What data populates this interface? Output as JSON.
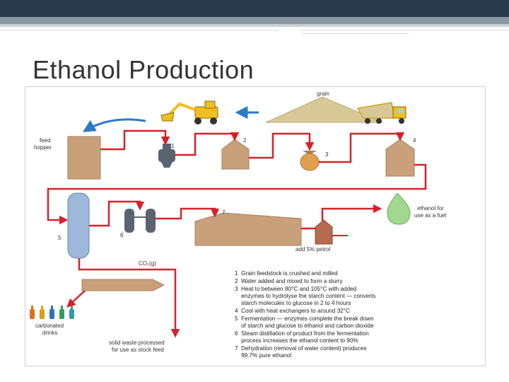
{
  "slide": {
    "title": "Ethanol Production"
  },
  "diagram": {
    "labels": {
      "grain": "grain",
      "feed_hopper_line1": "feed",
      "feed_hopper_line2": "hopper",
      "ethanol_fuel_line1": "ethanol for",
      "ethanol_fuel_line2": "use as a fuel",
      "add_petrol": "add 5% petrol",
      "co2": "CO₂(g)",
      "carbonated_line1": "carbonated",
      "carbonated_line2": "drinks",
      "solid_waste_line1": "solid waste processed",
      "solid_waste_line2": "for use as stock feed"
    },
    "step_numbers": [
      "1",
      "2",
      "3",
      "4",
      "5",
      "6",
      "7"
    ],
    "steps": [
      "1  Grain feedstock is crushed and milled",
      "2  Water added and mixed to form a slurry",
      "3  Heat to between 80°C and 105°C with added",
      "    enzymes to hydrolyse the starch content — converts",
      "    starch molecules to glucose in 2 to 4 hours",
      "4  Cool with heat exchangers to around 32°C",
      "5  Fermentation — enzymes complete the break down",
      "    of starch and glucose to ethanol and carbon dioxide",
      "6  Steam distillation of product from the fermentation",
      "    process increases the ethanol content to 90%",
      "7  Dehydration (removal of water content) produces",
      "    99.7% pure ethanol"
    ]
  },
  "colors": {
    "pipe": "#d8202a",
    "vessel": "#c8a07a",
    "vessel_dark": "#a88060",
    "column": "#9db8d8",
    "machine": "#5a6470",
    "tank3": "#e0a050",
    "flask": "#a0d890",
    "petrol_box": "#b86a50",
    "grain": "#d8c898",
    "truck": "#f0c020",
    "flow_arrow": "#2a7ac8",
    "title_bar": "#2b3a4a"
  }
}
